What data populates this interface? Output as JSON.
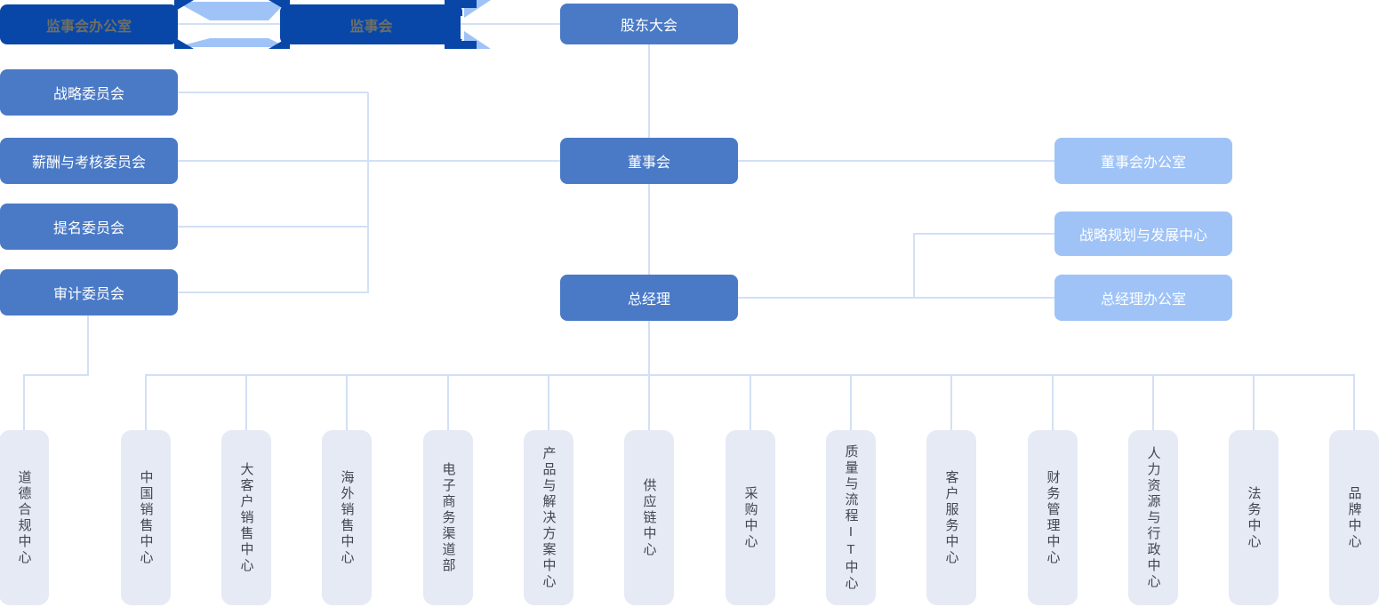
{
  "colors": {
    "dark_blue": "#0847A8",
    "medium_blue": "#4A7AC6",
    "light_blue": "#9FC3F7",
    "connector_line": "#D3E0F4",
    "department_bg": "#E5EAF5",
    "department_text": "#42464F",
    "supervisory_text": "#6E6F66"
  },
  "supervisory": {
    "office": "监事会办公室",
    "board": "监事会"
  },
  "governance": {
    "shareholders": "股东大会",
    "board": "董事会",
    "general_manager": "总经理"
  },
  "offices": {
    "board_office": "董事会办公室",
    "strategy_center": "战略规划与发展中心",
    "gm_office": "总经理办公室"
  },
  "committees": [
    {
      "label": "战略委员会"
    },
    {
      "label": "薪酬与考核委员会"
    },
    {
      "label": "提名委员会"
    },
    {
      "label": "审计委员会"
    }
  ],
  "departments": [
    {
      "label": "道德合规中心"
    },
    {
      "label": "中国销售中心"
    },
    {
      "label": "大客户销售中心"
    },
    {
      "label": "海外销售中心"
    },
    {
      "label": "电子商务渠道部"
    },
    {
      "label": "产品与解决方案中心"
    },
    {
      "label": "供应链中心"
    },
    {
      "label": "采购中心"
    },
    {
      "label": "质量与流程IT中心"
    },
    {
      "label": "客户服务中心"
    },
    {
      "label": "财务管理中心"
    },
    {
      "label": "人力资源与行政中心"
    },
    {
      "label": "法务中心"
    },
    {
      "label": "品牌中心"
    }
  ]
}
